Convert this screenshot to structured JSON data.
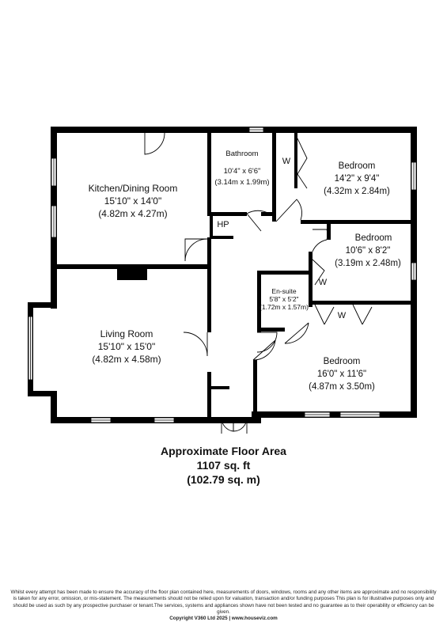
{
  "rooms": {
    "kitchen": {
      "name": "Kitchen/Dining Room",
      "dims_imperial": "15'10\" x 14'0\"",
      "dims_metric": "(4.82m x 4.27m)"
    },
    "bathroom": {
      "name": "Bathroom",
      "dims_imperial": "10'4\" x 6'6\"",
      "dims_metric": "(3.14m x 1.99m)"
    },
    "bedroom1": {
      "name": "Bedroom",
      "dims_imperial": "14'2\" x 9'4\"",
      "dims_metric": "(4.32m x 2.84m)"
    },
    "bedroom2": {
      "name": "Bedroom",
      "dims_imperial": "10'6\" x 8'2\"",
      "dims_metric": "(3.19m x 2.48m)"
    },
    "ensuite": {
      "name": "En-suite",
      "dims_imperial": "5'8\" x 5'2\"",
      "dims_metric": "(1.72m x 1.57m)"
    },
    "living": {
      "name": "Living Room",
      "dims_imperial": "15'10\" x 15'0\"",
      "dims_metric": "(4.82m x 4.58m)"
    },
    "bedroom3": {
      "name": "Bedroom",
      "dims_imperial": "16'0\" x 11'6\"",
      "dims_metric": "(4.87m x 3.50m)"
    }
  },
  "labels": {
    "wardrobe": "W",
    "hot_press": "HP"
  },
  "summary": {
    "title": "Approximate Floor Area",
    "sq_ft": "1107 sq. ft",
    "sq_m": "(102.79 sq. m)"
  },
  "footer": {
    "disclaimer": "Whilst every attempt has been made to ensure the accuracy of the floor plan contained here, measurements of doors, windows, rooms and any other items are approximate and no responsibility is taken for any error, omission, or mis-statement. The measurements should not be relied upon for valuation, transaction and/or funding purposes This plan is for illustrative purposes only and should be used as such by any prospective purchaser or tenant.The services, systems and appliances shown have not been tested and no guarantee as to their operability or efficiency can be given.",
    "copyright": "Copyright V360 Ltd 2025 | www.houseviz.com"
  }
}
